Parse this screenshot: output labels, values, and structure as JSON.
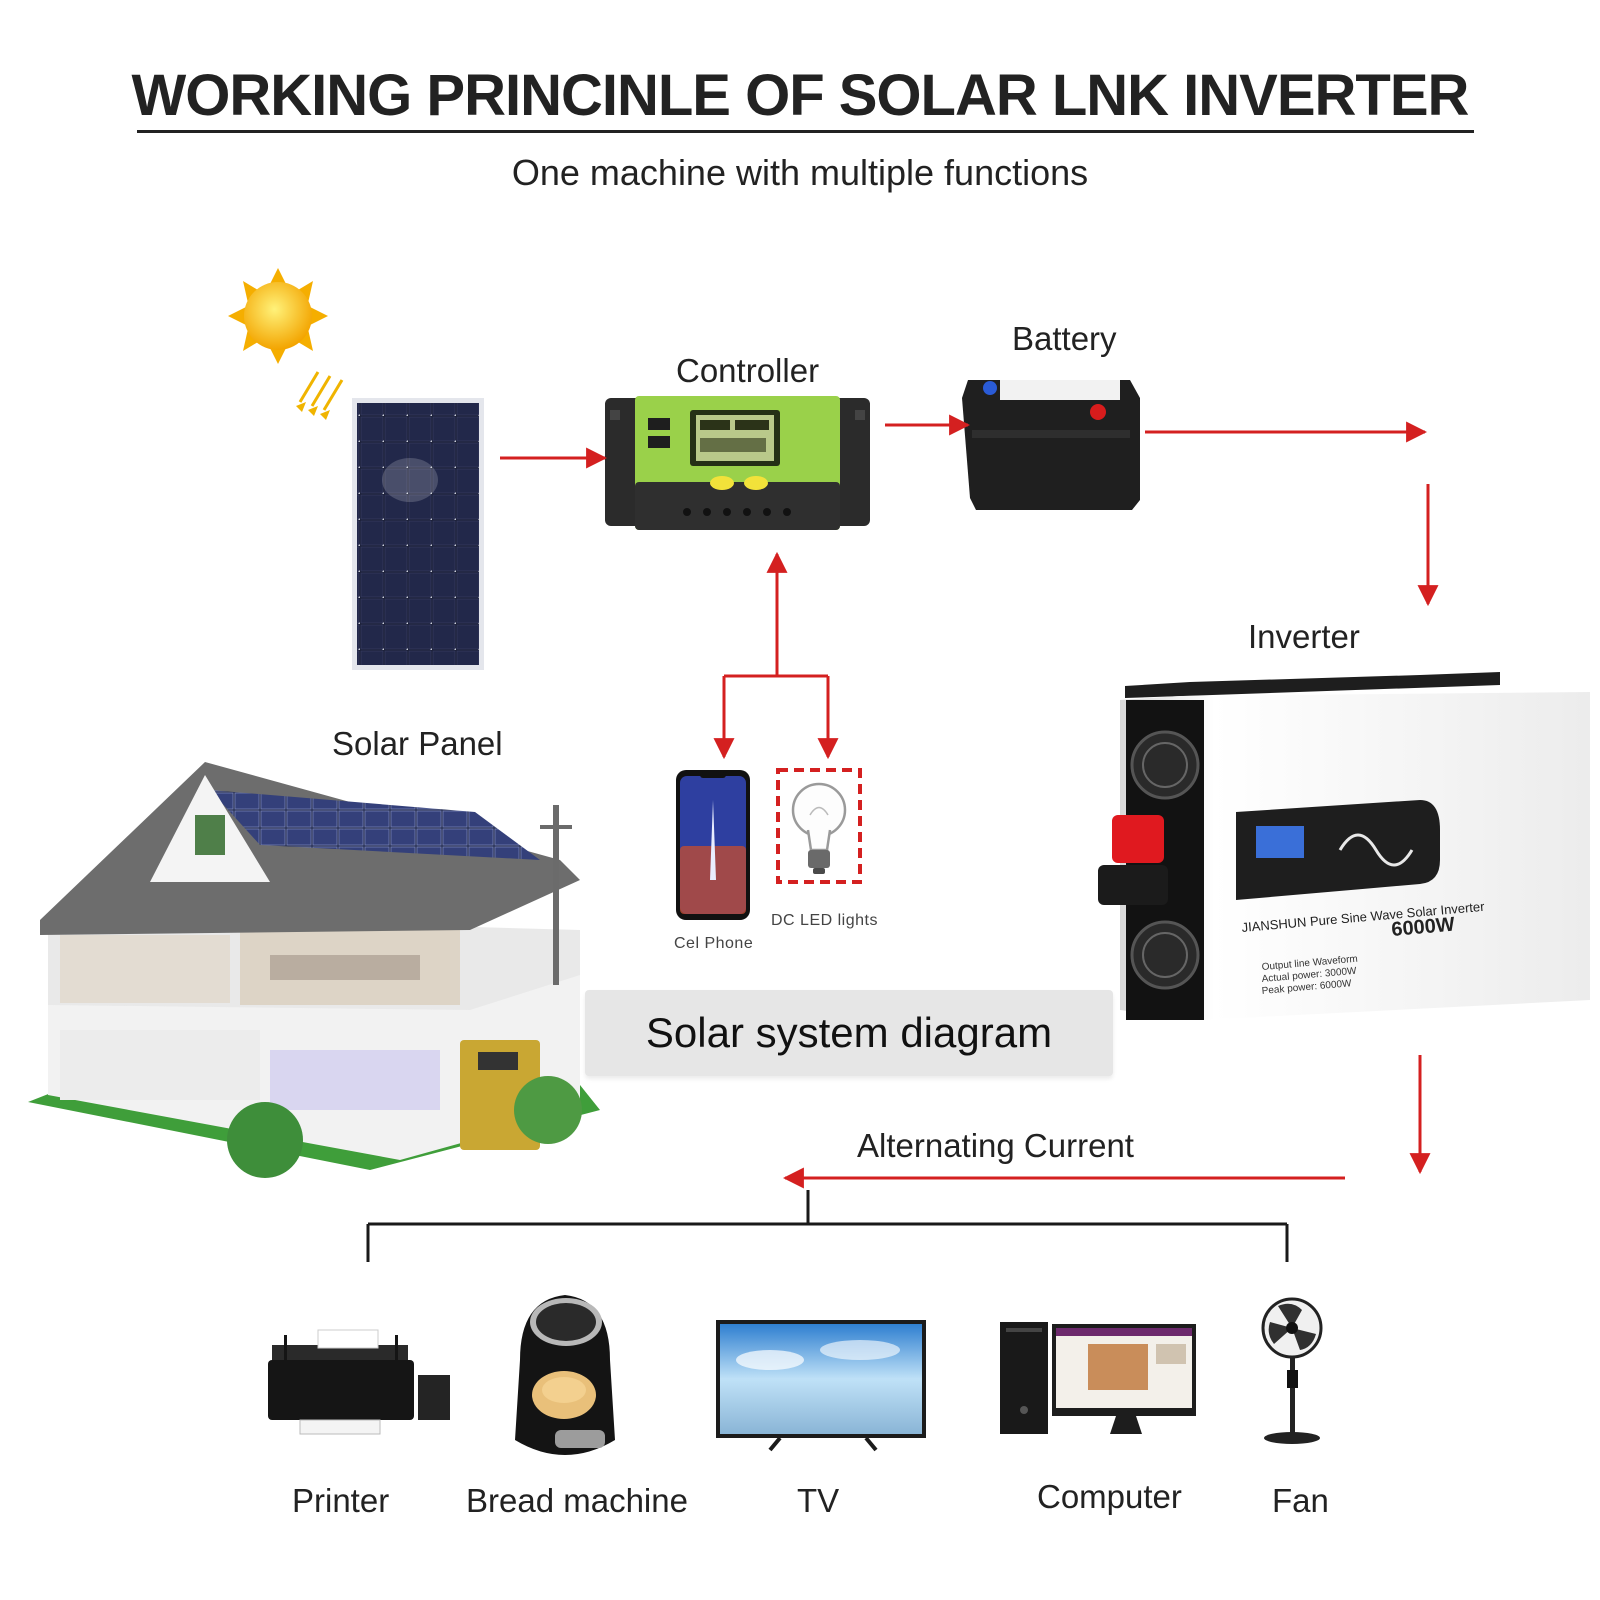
{
  "title": "WORKING PRINCINLE OF SOLAR LNK INVERTER",
  "subtitle": "One machine with multiple functions",
  "components": {
    "solar_panel": "Solar Panel",
    "controller": "Controller",
    "battery": "Battery",
    "inverter": "Inverter",
    "cell_phone": "Cel Phone",
    "dc_led": "DC LED lights"
  },
  "banner": "Solar system diagram",
  "ac_label": "Alternating Current",
  "inverter_text": {
    "brand": "JIANSHUN Pure Sine Wave Solar Inverter",
    "power": "6000W",
    "spec1": "Output line Waveform",
    "spec2": "Actual power: 3000W",
    "spec3": "Peak power: 6000W"
  },
  "appliances": [
    "Printer",
    "Bread machine",
    "TV",
    "Computer",
    "Fan"
  ],
  "colors": {
    "arrow": "#d42020",
    "controller_green": "#9ad14a",
    "sun": "#f7b500",
    "panel": "#1a1d33"
  }
}
